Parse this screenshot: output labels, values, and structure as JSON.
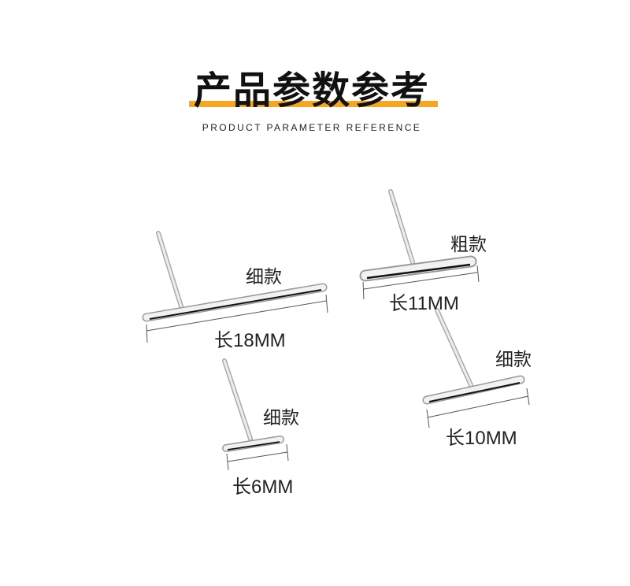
{
  "header": {
    "title": "产品参数参考",
    "subtitle": "PRODUCT PARAMETER REFERENCE",
    "accent_color": "#f5a623"
  },
  "products": [
    {
      "style": "细款",
      "length": "长18MM"
    },
    {
      "style": "粗款",
      "length": "长11MM"
    },
    {
      "style": "细款",
      "length": "长6MM"
    },
    {
      "style": "细款",
      "length": "长10MM"
    }
  ]
}
